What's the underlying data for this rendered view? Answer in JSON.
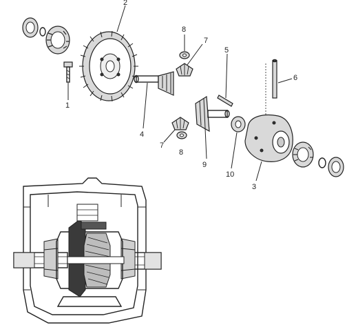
{
  "callouts": [
    {
      "id": "c1",
      "text": "1"
    },
    {
      "id": "c2",
      "text": "2"
    },
    {
      "id": "c3",
      "text": "3"
    },
    {
      "id": "c4",
      "text": "4"
    },
    {
      "id": "c5",
      "text": "5"
    },
    {
      "id": "c6",
      "text": "6"
    },
    {
      "id": "c7a",
      "text": "7"
    },
    {
      "id": "c7b",
      "text": "7"
    },
    {
      "id": "c8a",
      "text": "8"
    },
    {
      "id": "c8b",
      "text": "8"
    },
    {
      "id": "c9",
      "text": "9"
    },
    {
      "id": "c10",
      "text": "10"
    }
  ]
}
